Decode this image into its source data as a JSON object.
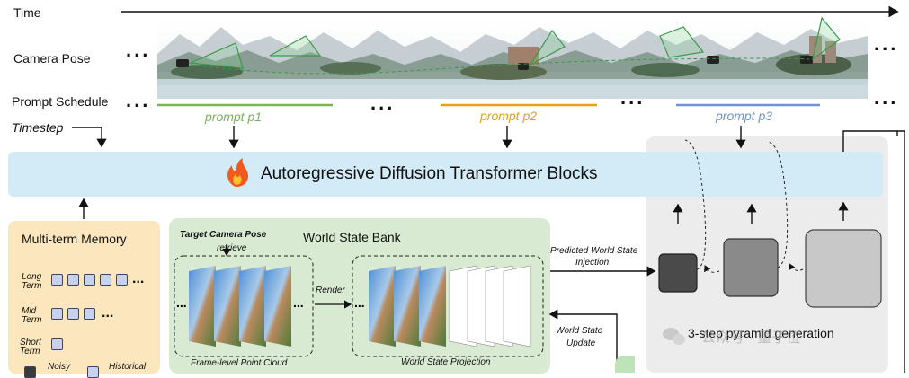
{
  "rows": {
    "time": "Time",
    "camera_pose": "Camera Pose",
    "prompt_schedule": "Prompt Schedule",
    "timestep": "Timestep"
  },
  "ellipsis": "...",
  "prompts": [
    {
      "label": "prompt p1",
      "color": "#7ab15a"
    },
    {
      "label": "prompt p2",
      "color": "#e0a21b"
    },
    {
      "label": "prompt p3",
      "color": "#6f94c8"
    }
  ],
  "dit": {
    "title": "Autoregressive Diffusion Transformer Blocks",
    "fire_icon": "fire-icon"
  },
  "memory": {
    "title": "Multi-term Memory",
    "long_term": "Long Term",
    "mid_term": "Mid Term",
    "short_term": "Short Term",
    "noisy": "Noisy",
    "historical": "Historical",
    "long_count": 5,
    "mid_count": 3,
    "short_count": 1
  },
  "wsb": {
    "title": "World State Bank",
    "target_pose": "Target Camera Pose",
    "retrieve": "retrieve",
    "render": "Render",
    "frame_cloud": "Frame-level Point Cloud",
    "projection": "World State Projection"
  },
  "arrows": {
    "predicted": "Predicted World State",
    "injection": "Injection",
    "world_state": "World State",
    "update": "Update"
  },
  "pyramid": {
    "label": "3-step pyramid generation",
    "watermark": "公众号 · 量子位"
  },
  "colors": {
    "dit_bg": "#d3ebf7",
    "memory_bg": "#fbe6bd",
    "wsb_bg": "#d8ebd2",
    "pyramid_bg": "#ececec",
    "block_dark": "#4a4a4a",
    "block_mid": "#8a8a8a",
    "block_light": "#c8c8c8"
  }
}
